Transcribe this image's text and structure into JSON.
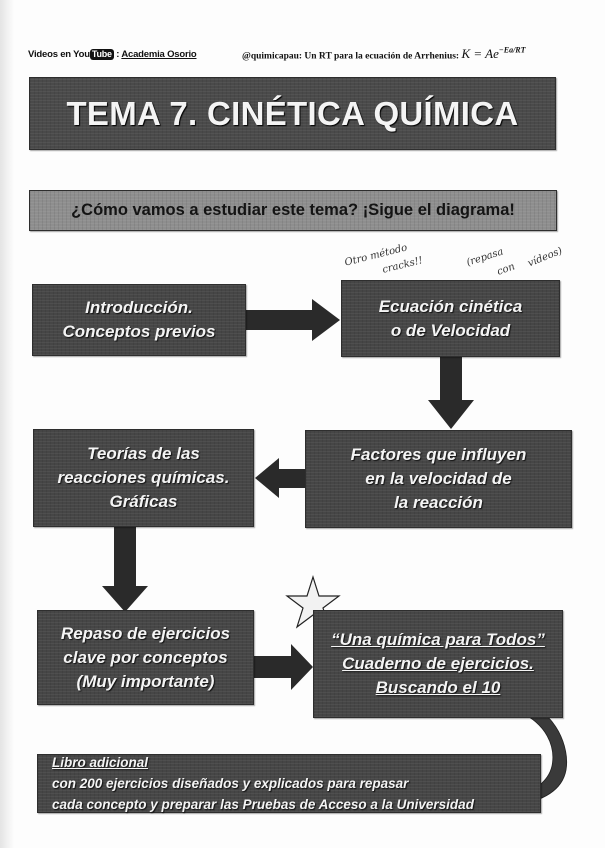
{
  "header": {
    "left_prefix": "Videos en You",
    "youtube_badge": "Tube",
    "left_separator": ":",
    "channel_link": "Academia Osorio",
    "right_text": "@quimicapau: Un RT para la ecuación de Arrhenius:",
    "formula_base": "K = Ae",
    "formula_exponent": "−Ea/RT"
  },
  "title": "TEMA 7. CINÉTICA QUÍMICA",
  "subtitle": "¿Cómo vamos a estudiar este tema? ¡Sigue el diagrama!",
  "handwritten_notes": {
    "note1_line1": "Otro método",
    "note1_line2": "cracks!!",
    "note2_line1": "(repasa",
    "note2_line2": "con",
    "note2_line3": "vídeos)"
  },
  "diagram": {
    "nodes": [
      {
        "id": "intro",
        "lines": [
          "Introducción.",
          "Conceptos previos"
        ]
      },
      {
        "id": "ecuacion",
        "lines": [
          "Ecuación cinética",
          "o de Velocidad"
        ]
      },
      {
        "id": "factores",
        "lines": [
          "Factores que influyen",
          "en la velocidad de",
          "la reacción"
        ]
      },
      {
        "id": "teorias",
        "lines": [
          "Teorías de las",
          "reacciones químicas.",
          "Gráficas"
        ]
      },
      {
        "id": "repaso",
        "lines": [
          "Repaso de ejercicios",
          "clave por conceptos",
          "(Muy importante)"
        ]
      },
      {
        "id": "cuaderno",
        "lines": [
          "“Una química para Todos”",
          "Cuaderno de ejercicios.",
          "Buscando el 10"
        ],
        "underlined": true,
        "starred": true
      },
      {
        "id": "libro",
        "underlined_prefix": "Libro adicional",
        "line1_rest": " con 200 ejercicios diseñados y explicados para repasar",
        "line2": "cada concepto y preparar las Pruebas de Acceso a la Universidad"
      }
    ],
    "edges": [
      {
        "from": "intro",
        "to": "ecuacion",
        "direction": "right"
      },
      {
        "from": "ecuacion",
        "to": "factores",
        "direction": "down"
      },
      {
        "from": "factores",
        "to": "teorias",
        "direction": "left"
      },
      {
        "from": "teorias",
        "to": "repaso",
        "direction": "down"
      },
      {
        "from": "repaso",
        "to": "cuaderno",
        "direction": "right"
      },
      {
        "from": "cuaderno",
        "to": "libro",
        "direction": "curved-down"
      }
    ]
  },
  "colors": {
    "box_dark": "#464646",
    "box_light": "#8e8e8e",
    "arrow": "#2a2a2a",
    "text_light": "#f4f4f4"
  }
}
